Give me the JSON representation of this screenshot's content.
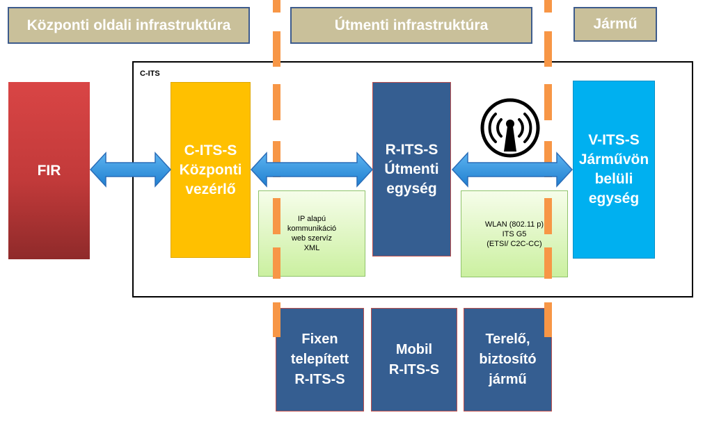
{
  "headers": {
    "central": "Központi oldali infrastruktúra",
    "roadside": "Útmenti infrastruktúra",
    "vehicle": "Jármű"
  },
  "frame_label": "C-ITS",
  "blocks": {
    "fir": "FIR",
    "cits": "C-ITS-S\nKözponti\nvezérlő",
    "rits": "R-ITS-S\nÚtmenti\negység",
    "vits": "V-ITS-S\nJárművön\nbelüli\negység"
  },
  "notes": {
    "ip": "IP alapú\nkommunikáció\nweb szervíz\nXML",
    "wlan": "WLAN (802.11 p)\nITS G5\n(ETSI/ C2C-CC)"
  },
  "bottom_blocks": {
    "fixed": "Fixen\ntelepített\nR-ITS-S",
    "mobile": "Mobil\nR-ITS-S",
    "vehicle": "Terelő,\nbiztosító\njármű"
  },
  "icons": {
    "antenna": "wireless-antenna-icon"
  },
  "colors": {
    "header_bg": "#c9c09a",
    "fir": "#c23a3a",
    "cits": "#ffc000",
    "rits": "#355e91",
    "vits": "#00b0f0",
    "arrow": "#3399e0",
    "dash": "#f79646"
  }
}
